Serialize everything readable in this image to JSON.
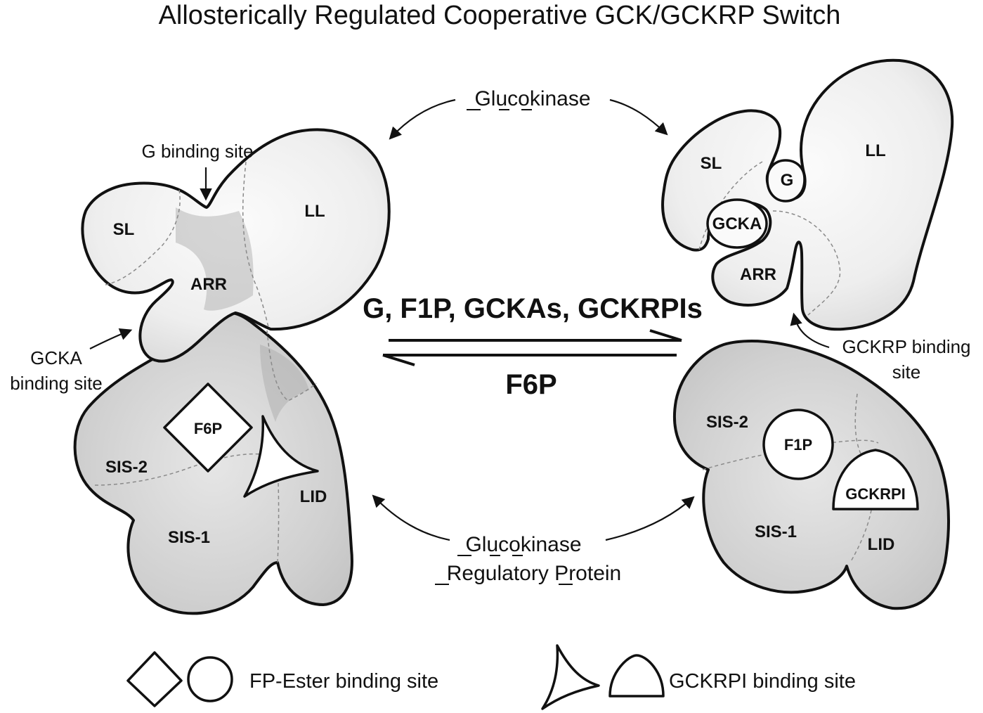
{
  "title": "Allosterically Regulated Cooperative GCK/GCKRP Switch",
  "glucokinase_label": [
    "Glu",
    "c",
    "o",
    "k",
    "inase"
  ],
  "gckrp_label": {
    "line1": [
      "Glu",
      "c",
      "o",
      "k",
      "inase"
    ],
    "line2_a": "R",
    "line2_b": "egulatory ",
    "line2_c": "P",
    "line2_d": "rotein"
  },
  "left_complex": {
    "gck_domains": {
      "sl": "SL",
      "ll": "LL",
      "arr": "ARR"
    },
    "gckrp_domains": {
      "sis2": "SIS-2",
      "sis1": "SIS-1",
      "lid": "LID"
    },
    "ligand": "F6P",
    "g_site_label": "G binding site",
    "gcka_site_label_1": "GCKA",
    "gcka_site_label_2": "binding site"
  },
  "right_complex": {
    "gck_domains": {
      "sl": "SL",
      "ll": "LL",
      "arr": "ARR",
      "g": "G",
      "gcka": "GCKA"
    },
    "gckrp_domains": {
      "sis2": "SIS-2",
      "sis1": "SIS-1",
      "lid": "LID"
    },
    "ligand_f1p": "F1P",
    "ligand_gckrpi": "GCKRPI",
    "gckrp_site_label_1": "GCKRP binding",
    "gckrp_site_label_2": "site"
  },
  "equilibrium": {
    "forward": "G, F1P, GCKAs, GCKRPIs",
    "reverse": "F6P"
  },
  "legend": {
    "fp_ester": "FP-Ester binding site",
    "gckrpi": "GCKRPI binding site"
  }
}
